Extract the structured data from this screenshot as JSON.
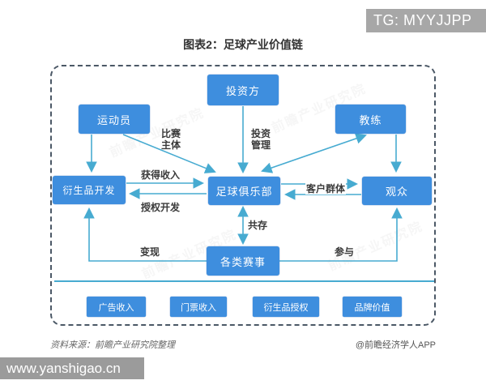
{
  "overlay": {
    "tg_label": "TG: MYYJJPP",
    "url_label": "www.yanshigao.cn"
  },
  "title": "图表2：足球产业价值链",
  "diagram": {
    "nodes": {
      "investor": "投资方",
      "athlete": "运动员",
      "coach": "教练",
      "derivative_dev": "衍生品开发",
      "club": "足球俱乐部",
      "audience": "观众",
      "events": "各类赛事"
    },
    "value_nodes": [
      "广告收入",
      "门票收入",
      "衍生品授权",
      "品牌价值"
    ],
    "edge_labels": {
      "match_subject": "比赛\n主体",
      "investment_mgmt": "投资\n管理",
      "gain_income": "获得收入",
      "license_dev": "授权开发",
      "customer_group": "客户群体",
      "coexist": "共存",
      "monetize": "变现",
      "participate": "参与"
    },
    "watermark": "前瞻产业研究院"
  },
  "footer": {
    "source": "资料来源：前瞻产业研究院整理",
    "credit": "@前瞻经济学人APP"
  },
  "colors": {
    "node_blue": "#3e8ede",
    "arrow_cyan": "#47abd1",
    "dash_border": "#4b5866",
    "tg_bar_gray": "#a7a7a7",
    "url_bar_gray": "#9b9b9b"
  }
}
